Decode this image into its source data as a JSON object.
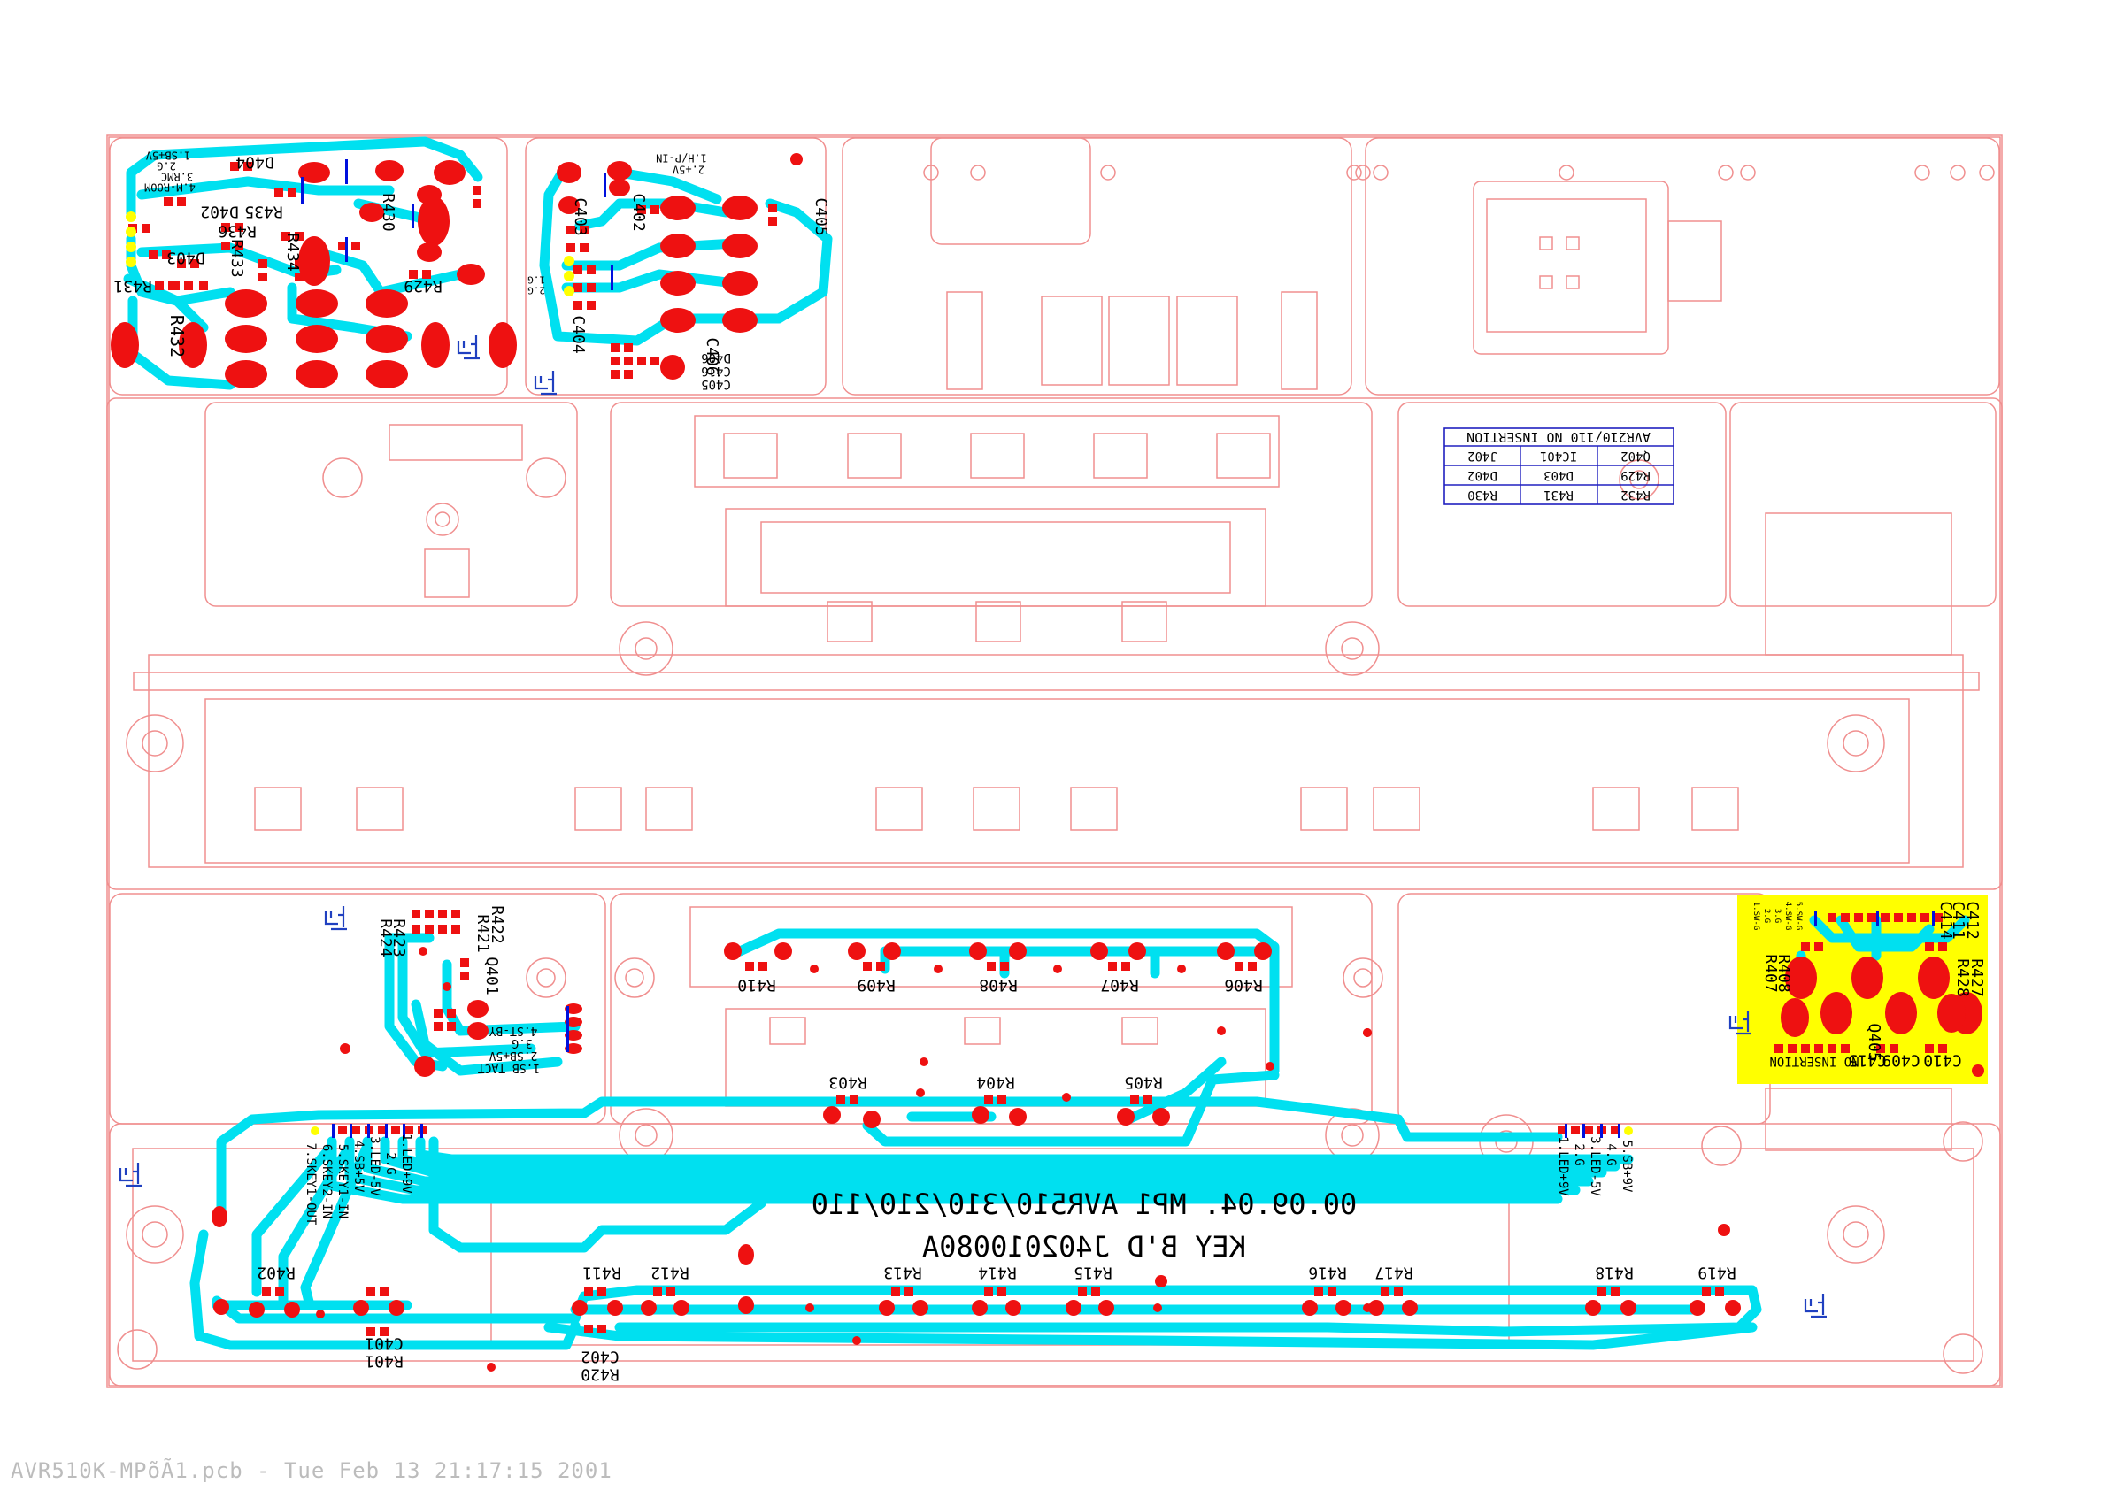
{
  "colors": {
    "outline": "#f08f8f",
    "trace": "#00e0f0",
    "pad": "#ee1111",
    "via": "#0010dd",
    "silk": "#000000",
    "highlight": "#ffff00",
    "table": "#2020c0",
    "mark": "#2040c0"
  },
  "board_title": {
    "line1": "00.09.04.  MP1  AVR510/310/210/110",
    "line2": "KEY B'D      J402010080A"
  },
  "no_insertion_table": {
    "title": "AVR210/110 NO INSERTION",
    "rows": [
      [
        "J402",
        "IC401",
        "Q402"
      ],
      [
        "D402",
        "D403",
        "R429"
      ],
      [
        "R430",
        "R431",
        "R432"
      ]
    ]
  },
  "top_left_labels": {
    "connector": [
      "1.SB+5V",
      "2.G",
      "3.RMC",
      "4.M-ROOM"
    ],
    "parts": [
      "D404",
      "D402",
      "R435",
      "R436",
      "D403",
      "R433",
      "R434",
      "R431",
      "R432",
      "R430",
      "R429"
    ]
  },
  "top_mid_labels": {
    "connector": [
      "1.H/P-IN",
      "2.+5V"
    ],
    "connector2": [
      "1.G",
      "2.G"
    ],
    "parts": [
      "C403",
      "C402",
      "C404",
      "C405",
      "C406",
      "D406",
      "C416",
      "C405"
    ]
  },
  "mid_left_labels": {
    "connector": [
      "4.ST-BY",
      "3.G",
      "2.SB+5V",
      "1.SB TACT"
    ],
    "parts": [
      "R424",
      "R423",
      "R421",
      "R422",
      "Q401"
    ]
  },
  "mid_resistors_top": [
    "R410",
    "R409",
    "R408",
    "R407",
    "R406"
  ],
  "mid_resistors_bottom": [
    "R403",
    "R404",
    "R405"
  ],
  "right_labels": {
    "connector": [
      "1.SW-G",
      "2.G",
      "3.G",
      "4.SW-G",
      "5.SW-G"
    ],
    "parts": [
      "C411",
      "C412",
      "C414",
      "R427",
      "R428",
      "R407",
      "R408",
      "Q405"
    ],
    "bottom": [
      "C410",
      "C409",
      "C415",
      "NO INSERTION"
    ]
  },
  "bottom_left_connector": [
    "1.LED+9V",
    "2.G",
    "3.LED-5V",
    "4.SB+5V",
    "5.SKEY1-IN",
    "6.SKEY2-IN",
    "7.SKEY1-OUT"
  ],
  "bottom_right_connector": [
    "1.LED+9V",
    "2.G",
    "3.LED-5V",
    "4.G",
    "5.SB+9V"
  ],
  "bottom_resistors": [
    "R402",
    "R411",
    "R412",
    "R413",
    "R414",
    "R415",
    "R416",
    "R417",
    "R418",
    "R419"
  ],
  "bottom_parts": [
    "C401",
    "R401",
    "C402",
    "R420"
  ],
  "korean_mark": "ㄸ",
  "footer_text": "AVR510K-MPõÃ1.pcb - Tue Feb 13 21:17:15 2001"
}
